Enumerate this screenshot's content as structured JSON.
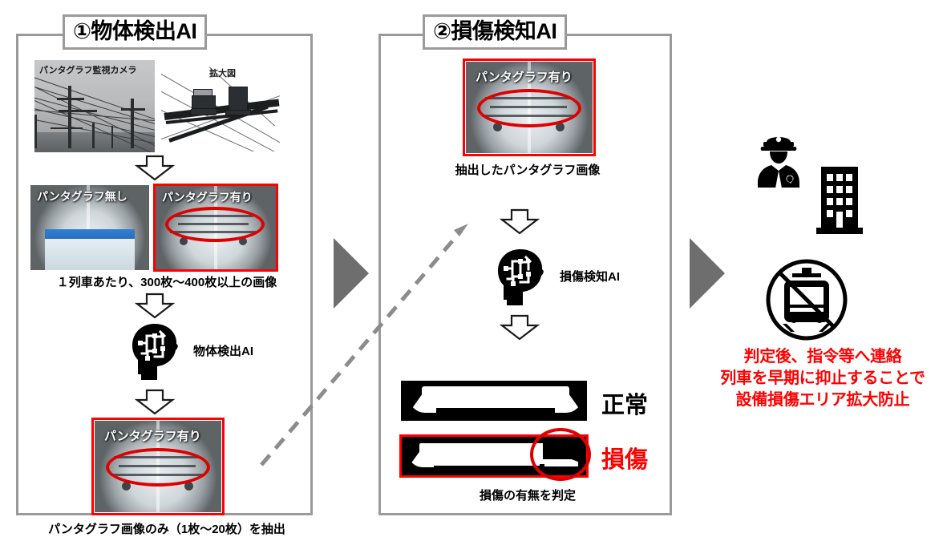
{
  "diagram": {
    "title_hidden": "",
    "panels": [
      {
        "id": "panel1",
        "title": "①物体検出AI",
        "photo_captions": {
          "camera_photo": "パンタグラフ監視カメラ",
          "zoom_view": "拡大図"
        },
        "sample_labels": {
          "no_pantograph": "パンタグラフ無し",
          "has_pantograph": "パンタグラフ有り"
        },
        "stat_caption": "１列車あたり、300枚〜400枚以上の画像",
        "ai_label": "物体検出AI",
        "result_label": "パンタグラフ有り",
        "bottom_caption": "パンタグラフ画像のみ（1枚〜20枚）を抽出"
      },
      {
        "id": "panel2",
        "title": "②損傷検知AI",
        "input_label": "パンタグラフ有り",
        "input_caption": "抽出したパンタグラフ画像",
        "ai_label": "損傷検知AI",
        "verdicts": [
          {
            "name": "normal",
            "label": "正常"
          },
          {
            "name": "damage",
            "label": "損傷"
          }
        ],
        "bottom_caption": "損傷の有無を判定"
      }
    ],
    "outcome": {
      "message": "判定後、指令等へ連絡\n列車を早期に抑止することで\n設備損傷エリア拡大防止",
      "icons": [
        "police-officer-icon",
        "office-building-icon",
        "no-train-icon"
      ]
    },
    "icons": {
      "ai_head": "ai-brain-head-icon",
      "down_arrow": "hollow-down-arrow-icon",
      "stage_arrow": "gray-triangle-arrow-icon",
      "feedback_arrow": "dashed-feedback-arrow-icon"
    },
    "colors": {
      "accent_red": "#ff0000",
      "panel_border": "#9a9a9a",
      "stage_arrow": "#6e6e6e",
      "dashed_arrow": "#8c8c8c",
      "background": "#ffffff"
    }
  }
}
